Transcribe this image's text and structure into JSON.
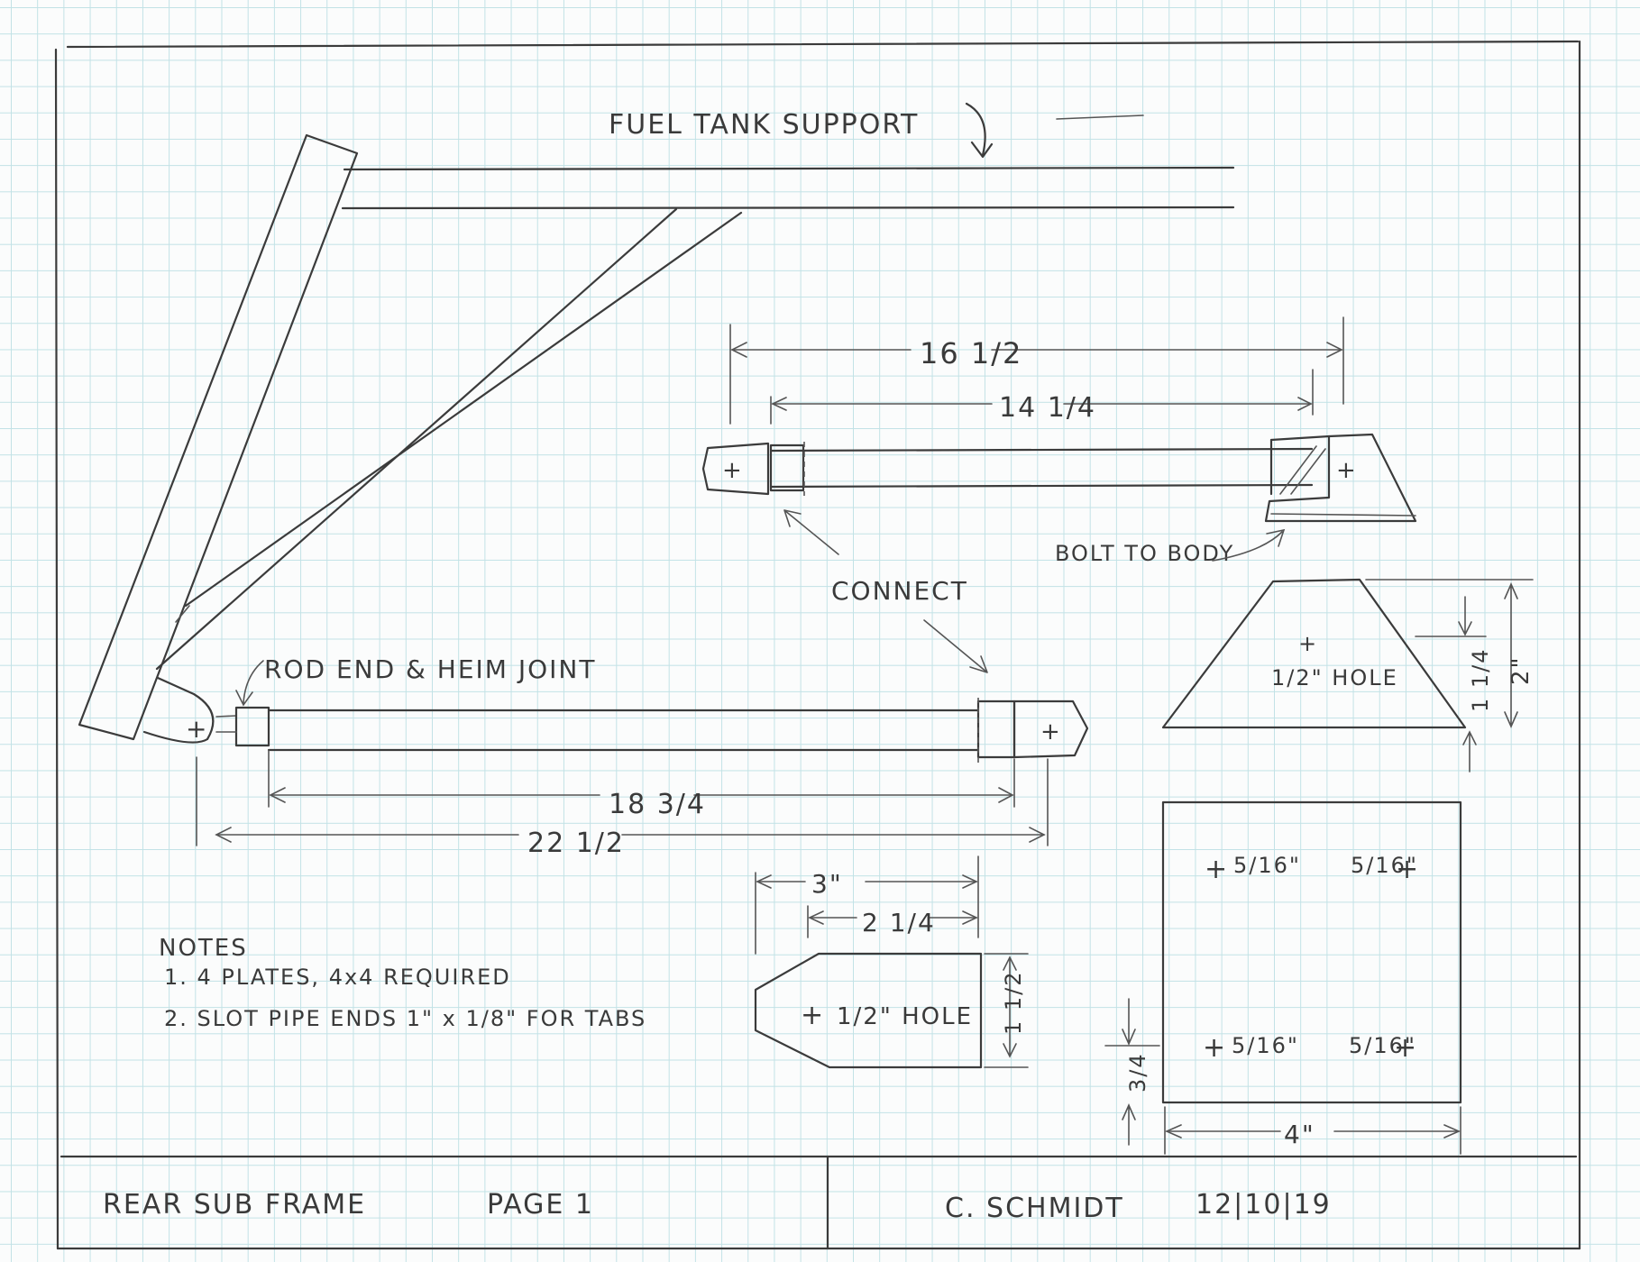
{
  "title": "FUEL TANK SUPPORT",
  "labels": {
    "rod_end": "ROD END & HEIM JOINT",
    "connect": "CONNECT",
    "bolt_to_body": "BOLT TO BODY",
    "half_hole_tri": "1/2\" HOLE",
    "half_hole_tab": "1/2\" HOLE",
    "bolt_sizes": [
      "5/16\"",
      "5/16\"",
      "5/16\"",
      "5/16\""
    ]
  },
  "dimensions": {
    "top_overall": "16 1/2",
    "top_inner": "14 1/4",
    "bottom_inner": "18 3/4",
    "bottom_overall": "22 1/2",
    "tab_length": "3\"",
    "tab_slot": "2 1/4",
    "tab_height": "1 1/2",
    "gusset_height": "2\"",
    "gusset_hole": "1 1/4",
    "plate_width": "4\"",
    "plate_edge": "3/4"
  },
  "notes": {
    "heading": "NOTES",
    "items": [
      "1.  4 PLATES, 4x4 REQUIRED",
      "2.  SLOT PIPE ENDS  1\" x 1/8\" FOR TABS"
    ]
  },
  "title_block": {
    "drawing_name": "REAR  SUB FRAME",
    "page": "PAGE 1",
    "author": "C. SCHMIDT",
    "date": "12|10|19"
  }
}
